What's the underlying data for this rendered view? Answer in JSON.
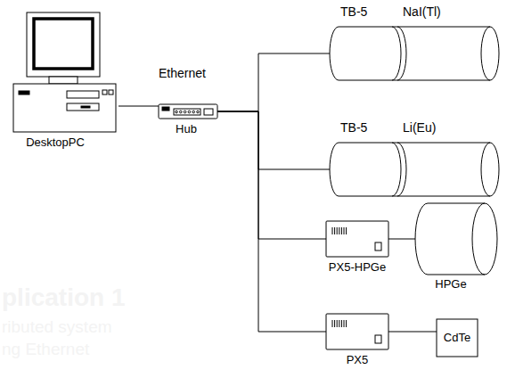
{
  "diagram": {
    "nodes": [
      {
        "text": [
          "DesktopPC"
        ]
      },
      {
        "text": [
          "Hub"
        ]
      },
      {
        "text": [
          "TB-5",
          "NaI(Tl)"
        ]
      },
      {
        "text": [
          "TB-5",
          "Li(Eu)"
        ]
      },
      {
        "text": [
          "PX5-HPGe"
        ]
      },
      {
        "text": [
          "HPGe"
        ]
      },
      {
        "text": [
          "PX5"
        ]
      },
      {
        "text": [
          "CdTe"
        ]
      }
    ],
    "edges": [
      {
        "from": 0,
        "to": 1,
        "arrow": "none"
      },
      {
        "from": 1,
        "to": 2,
        "arrow": "none"
      },
      {
        "from": 1,
        "to": 3,
        "arrow": "none"
      },
      {
        "from": 1,
        "to": 4,
        "arrow": "none"
      },
      {
        "from": 1,
        "to": 6,
        "arrow": "none"
      },
      {
        "from": 4,
        "to": 5,
        "arrow": "none"
      },
      {
        "from": 6,
        "to": 7,
        "arrow": "none"
      }
    ],
    "labels": [
      "Ethernet",
      "plication 1",
      "ributed system",
      "ng Ethernet"
    ]
  }
}
